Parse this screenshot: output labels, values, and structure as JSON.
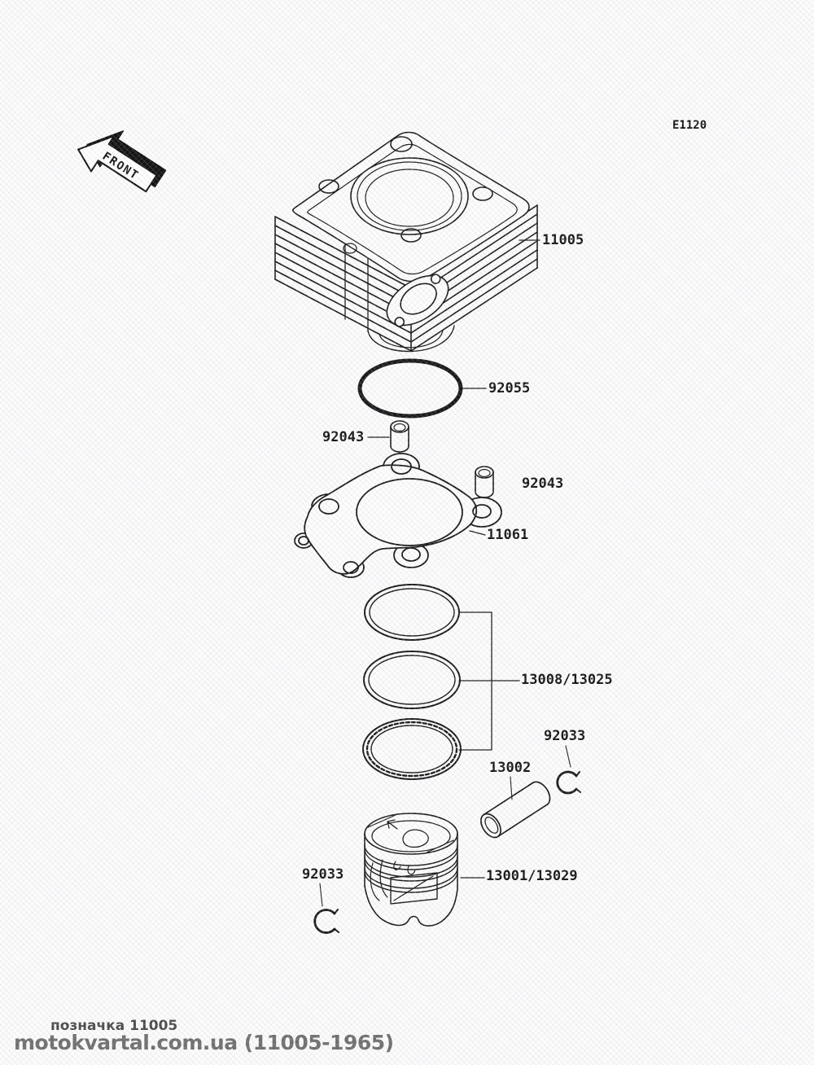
{
  "header": {
    "diagram_code": "E1120"
  },
  "front_marker": {
    "label": "FRONT"
  },
  "parts": {
    "cylinder": {
      "number": "11005"
    },
    "o_ring": {
      "number": "92055"
    },
    "dowel_pin_left": {
      "number": "92043"
    },
    "dowel_pin_right": {
      "number": "92043"
    },
    "cylinder_gasket": {
      "number": "11061"
    },
    "piston_ring_set": {
      "number": "13008/13025"
    },
    "circlip_upper": {
      "number": "92033"
    },
    "piston_pin": {
      "number": "13002"
    },
    "piston": {
      "number": "13001/13029"
    },
    "circlip_lower": {
      "number": "92033"
    }
  },
  "watermark": {
    "line1": "позначка 11005",
    "line2": "motokvartal.com.ua (11005-1965)"
  },
  "colors": {
    "line_art": "#1a1a1a",
    "background": "#fcfcfc",
    "watermark_text": "#4a4a4a",
    "watermark_brand": "#6f6f6f"
  }
}
